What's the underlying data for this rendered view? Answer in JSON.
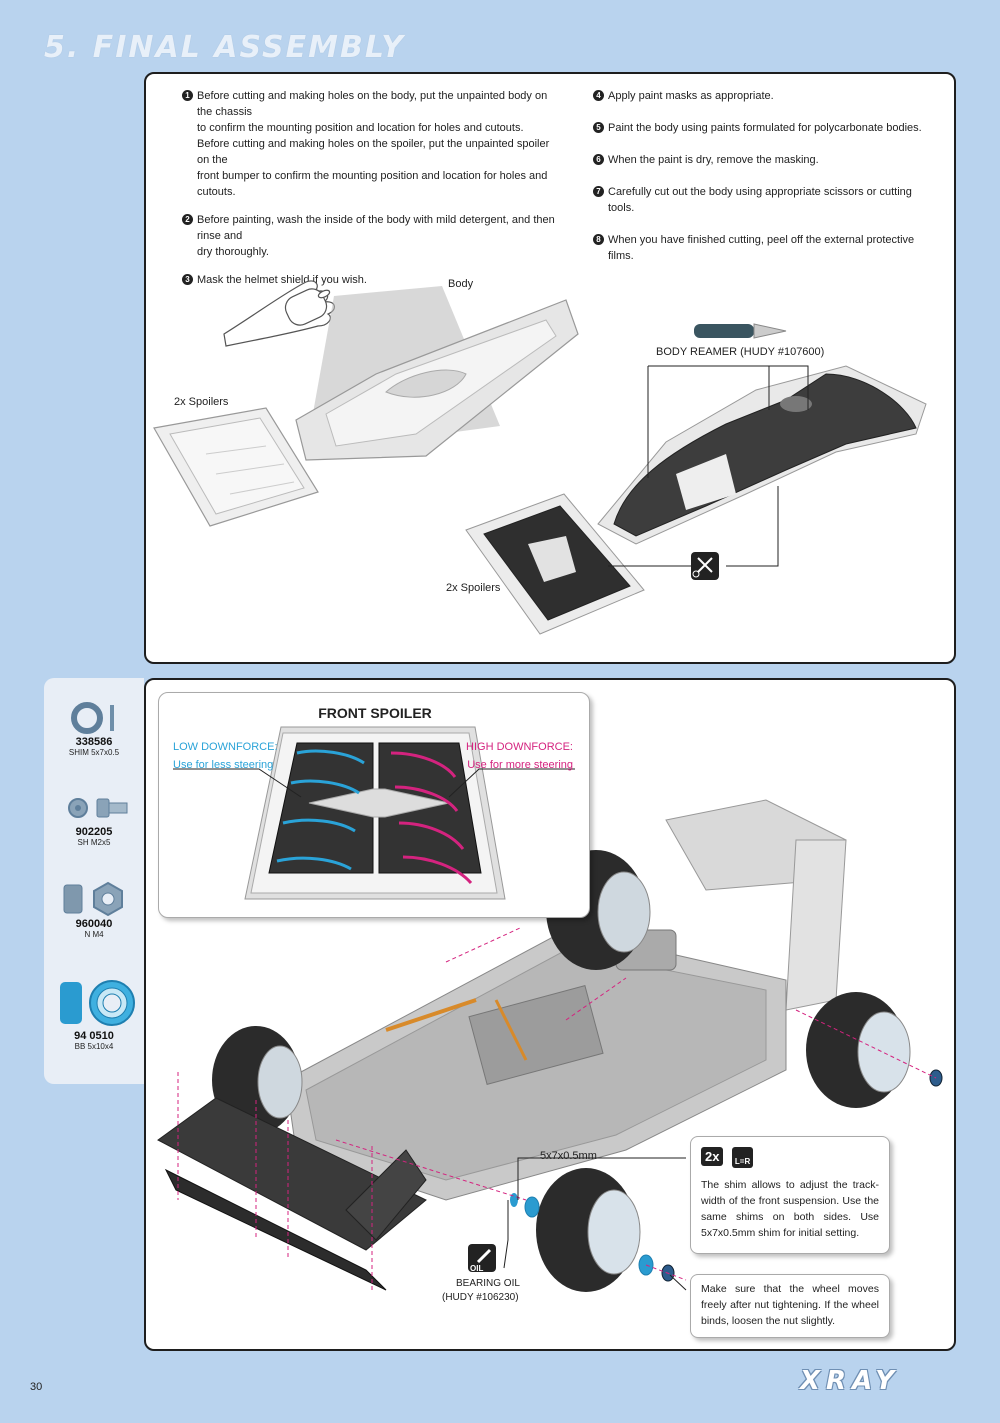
{
  "header": {
    "title": "5. FINAL ASSEMBLY"
  },
  "steps_left": [
    {
      "num": "1",
      "lines": [
        "Before cutting and making holes on the body, put the unpainted body on the chassis",
        "to confirm the mounting position and location for holes and cutouts.",
        "Before cutting and making holes on the  spoiler, put the unpainted spoiler on the",
        "front bumper to confirm the mounting position and location for holes and cutouts."
      ]
    },
    {
      "num": "2",
      "lines": [
        "Before painting, wash the inside of the body with mild detergent, and then rinse and",
        "dry thoroughly."
      ]
    },
    {
      "num": "3",
      "lines": [
        "Mask the helmet shield if you wish."
      ]
    }
  ],
  "steps_right": [
    {
      "num": "4",
      "text": "Apply paint masks as appropriate."
    },
    {
      "num": "5",
      "text": "Paint the body using paints formulated for polycarbonate bodies."
    },
    {
      "num": "6",
      "text": "When the paint is dry, remove the masking."
    },
    {
      "num": "7",
      "text": "Carefully cut out the body using appropriate scissors or cutting tools."
    },
    {
      "num": "8",
      "text": "When you have finished cutting, peel off the external protective films."
    }
  ],
  "top_labels": {
    "body": "Body",
    "spoilers_left": "2x Spoilers",
    "spoilers_right": "2x Spoilers",
    "reamer": "BODY REAMER (HUDY #107600)"
  },
  "parts": [
    {
      "code": "338586",
      "desc": "SHIM 5x7x0.5",
      "icon": "shim-icon"
    },
    {
      "code": "902205",
      "desc": "SH M2x5",
      "icon": "screw-icon"
    },
    {
      "code": "960040",
      "desc": "N M4",
      "icon": "nut-icon"
    },
    {
      "code": "94 0510",
      "desc": "BB 5x10x4",
      "icon": "bearing-icon"
    }
  ],
  "front_spoiler": {
    "title": "FRONT SPOILER",
    "low_title": "LOW DOWNFORCE:",
    "low_sub": "Use for less steering",
    "high_title": "HIGH DOWNFORCE:",
    "high_sub": "Use for more steering"
  },
  "colors": {
    "low": "#2aa3d8",
    "high": "#d4237f",
    "background": "#b9d3ee"
  },
  "assembly": {
    "shim_label": "5x7x0.5mm",
    "oil_icon_label": "OIL",
    "oil_label_1": "BEARING OIL",
    "oil_label_2": "(HUDY #106230)",
    "callout1_badge": "2x",
    "callout1_badge2": "L=R",
    "callout1_text": "The shim allows to adjust the track-width of the front suspension. Use the same shims on both sides. Use 5x7x0.5mm shim for initial setting.",
    "callout2_text": "Make sure that the wheel moves freely after nut tightening. If the wheel binds, loosen the nut slightly."
  },
  "footer": {
    "page": "30",
    "logo": "XRAY"
  }
}
